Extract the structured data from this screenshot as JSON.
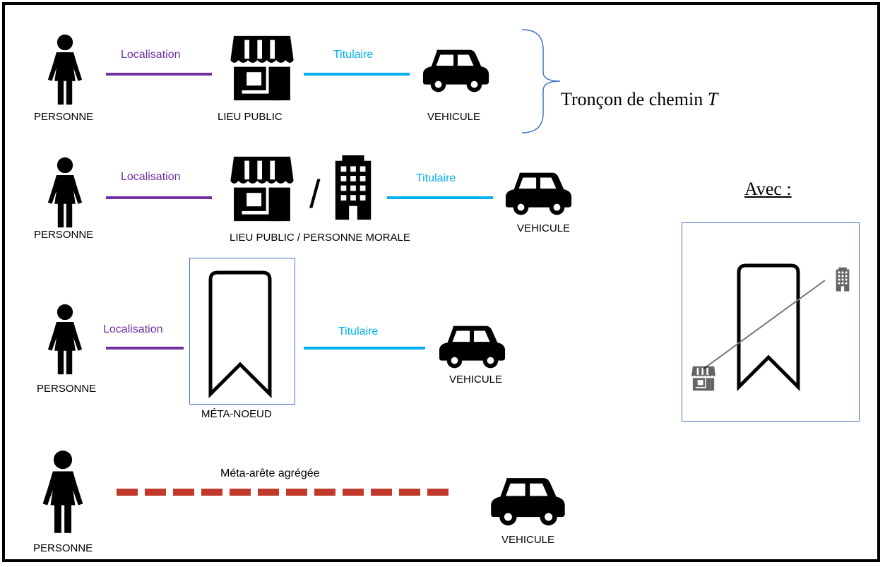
{
  "labels": {
    "personne": "PERSONNE",
    "lieu_public": "LIEU PUBLIC",
    "vehicule": "VEHICULE",
    "lieu_public_personne_morale": "LIEU PUBLIC / PERSONNE MORALE",
    "meta_noeud": "MÉTA-NOEUD",
    "localisation": "Localisation",
    "titulaire": "Titulaire",
    "slash": "/",
    "meta_arete": "Méta-arête agrégée",
    "troncon_text": "Tronçon de chemin ",
    "troncon_var": "T",
    "avec": "Avec :"
  },
  "colors": {
    "localisation": "#7030a0",
    "titulaire": "#00b0f0",
    "aggregated_edge": "#c0392b",
    "box_border": "#4472c4"
  },
  "icons": [
    "person-icon",
    "store-icon",
    "building-icon",
    "car-icon",
    "meta-node-icon"
  ]
}
